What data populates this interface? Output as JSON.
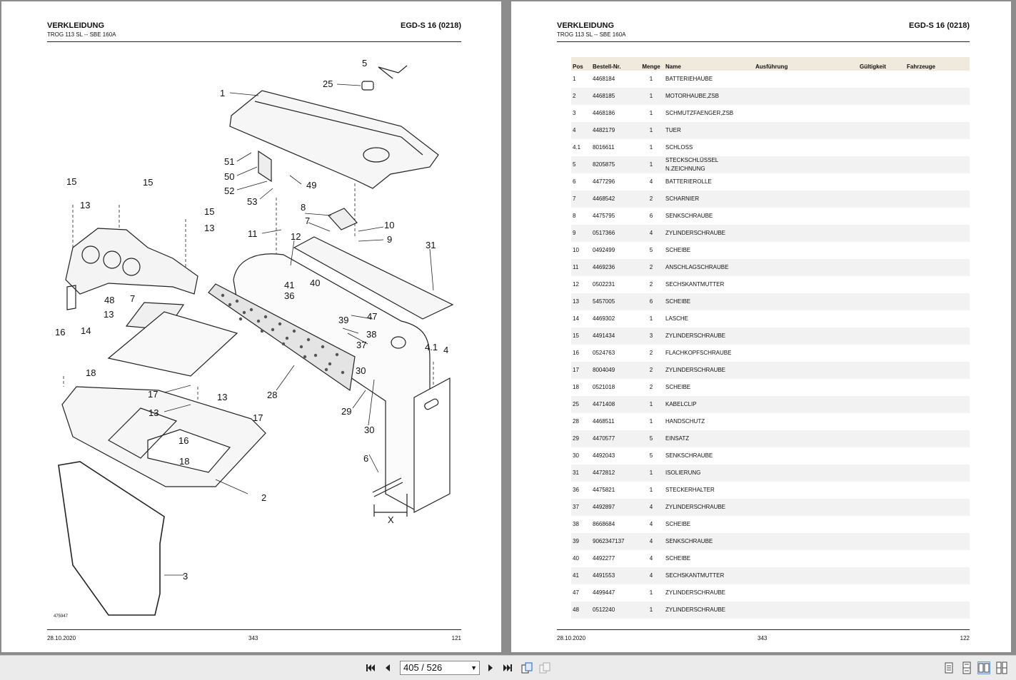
{
  "left_page": {
    "title": "VERKLEIDUNG",
    "subtitle": "TROG 113 SL -- SBE 160A",
    "code": "EGD-S 16 (0218)",
    "figure_number": "475947",
    "footer": {
      "date": "28.10.2020",
      "doc_page": "343",
      "page_number": "121"
    },
    "callouts": [
      "1",
      "2",
      "3",
      "4",
      "4.1",
      "5",
      "6",
      "7",
      "7",
      "8",
      "9",
      "10",
      "11",
      "12",
      "13",
      "13",
      "13",
      "13",
      "13",
      "14",
      "15",
      "15",
      "15",
      "16",
      "16",
      "17",
      "17",
      "18",
      "18",
      "25",
      "28",
      "29",
      "30",
      "30",
      "31",
      "36",
      "37",
      "38",
      "39",
      "40",
      "41",
      "47",
      "48",
      "49",
      "50",
      "51",
      "52",
      "53",
      "X"
    ]
  },
  "right_page": {
    "title": "VERKLEIDUNG",
    "subtitle": "TROG 113 SL -- SBE 160A",
    "code": "EGD-S 16 (0218)",
    "footer": {
      "date": "28.10.2020",
      "doc_page": "343",
      "page_number": "122"
    },
    "columns": [
      "Pos",
      "Bestell-Nr.",
      "Menge",
      "Name",
      "Ausführung",
      "Gültigkeit",
      "Fahrzeuge"
    ],
    "rows": [
      {
        "pos": "1",
        "nr": "4468184",
        "qty": "1",
        "name": "BATTERIEHAUBE"
      },
      {
        "pos": "2",
        "nr": "4468185",
        "qty": "1",
        "name": "MOTORHAUBE,ZSB"
      },
      {
        "pos": "3",
        "nr": "4468186",
        "qty": "1",
        "name": "SCHMUTZFAENGER,ZSB"
      },
      {
        "pos": "4",
        "nr": "4482179",
        "qty": "1",
        "name": "TUER"
      },
      {
        "pos": "4.1",
        "nr": "8016611",
        "qty": "1",
        "name": "SCHLOSS"
      },
      {
        "pos": "5",
        "nr": "8205875",
        "qty": "1",
        "name": "STECKSCHLÜSSEL N.ZEICHNUNG"
      },
      {
        "pos": "6",
        "nr": "4477296",
        "qty": "4",
        "name": "BATTERIEROLLE"
      },
      {
        "pos": "7",
        "nr": "4468542",
        "qty": "2",
        "name": "SCHARNIER"
      },
      {
        "pos": "8",
        "nr": "4475795",
        "qty": "6",
        "name": "SENKSCHRAUBE"
      },
      {
        "pos": "9",
        "nr": "0517366",
        "qty": "4",
        "name": "ZYLINDERSCHRAUBE"
      },
      {
        "pos": "10",
        "nr": "0492499",
        "qty": "5",
        "name": "SCHEIBE"
      },
      {
        "pos": "11",
        "nr": "4469236",
        "qty": "2",
        "name": "ANSCHLAGSCHRAUBE"
      },
      {
        "pos": "12",
        "nr": "0502231",
        "qty": "2",
        "name": "SECHSKANTMUTTER"
      },
      {
        "pos": "13",
        "nr": "5457005",
        "qty": "6",
        "name": "SCHEIBE"
      },
      {
        "pos": "14",
        "nr": "4469302",
        "qty": "1",
        "name": "LASCHE"
      },
      {
        "pos": "15",
        "nr": "4491434",
        "qty": "3",
        "name": "ZYLINDERSCHRAUBE"
      },
      {
        "pos": "16",
        "nr": "0524763",
        "qty": "2",
        "name": "FLACHKOPFSCHRAUBE"
      },
      {
        "pos": "17",
        "nr": "8004049",
        "qty": "2",
        "name": "ZYLINDERSCHRAUBE"
      },
      {
        "pos": "18",
        "nr": "0521018",
        "qty": "2",
        "name": "SCHEIBE"
      },
      {
        "pos": "25",
        "nr": "4471408",
        "qty": "1",
        "name": "KABELCLIP"
      },
      {
        "pos": "28",
        "nr": "4468511",
        "qty": "1",
        "name": "HANDSCHUTZ"
      },
      {
        "pos": "29",
        "nr": "4470577",
        "qty": "5",
        "name": "EINSATZ"
      },
      {
        "pos": "30",
        "nr": "4492043",
        "qty": "5",
        "name": "SENKSCHRAUBE"
      },
      {
        "pos": "31",
        "nr": "4472812",
        "qty": "1",
        "name": "ISOLIERUNG"
      },
      {
        "pos": "36",
        "nr": "4475821",
        "qty": "1",
        "name": "STECKERHALTER"
      },
      {
        "pos": "37",
        "nr": "4492897",
        "qty": "4",
        "name": "ZYLINDERSCHRAUBE"
      },
      {
        "pos": "38",
        "nr": "8668684",
        "qty": "4",
        "name": "SCHEIBE"
      },
      {
        "pos": "39",
        "nr": "9062347137",
        "qty": "4",
        "name": "SENKSCHRAUBE"
      },
      {
        "pos": "40",
        "nr": "4492277",
        "qty": "4",
        "name": "SCHEIBE"
      },
      {
        "pos": "41",
        "nr": "4491553",
        "qty": "4",
        "name": "SECHSKANTMUTTER"
      },
      {
        "pos": "47",
        "nr": "4499447",
        "qty": "1",
        "name": "ZYLINDERSCHRAUBE"
      },
      {
        "pos": "48",
        "nr": "0512240",
        "qty": "1",
        "name": "ZYLINDERSCHRAUBE"
      }
    ]
  },
  "toolbar": {
    "page_indicator": "405 / 526",
    "icons": [
      "first-page-icon",
      "prev-page-icon",
      "next-page-icon",
      "last-page-icon",
      "rotate-view-icon",
      "rotate-view-disabled-icon",
      "single-page-view-icon",
      "continuous-view-icon",
      "two-page-view-icon",
      "two-page-continuous-view-icon"
    ]
  }
}
